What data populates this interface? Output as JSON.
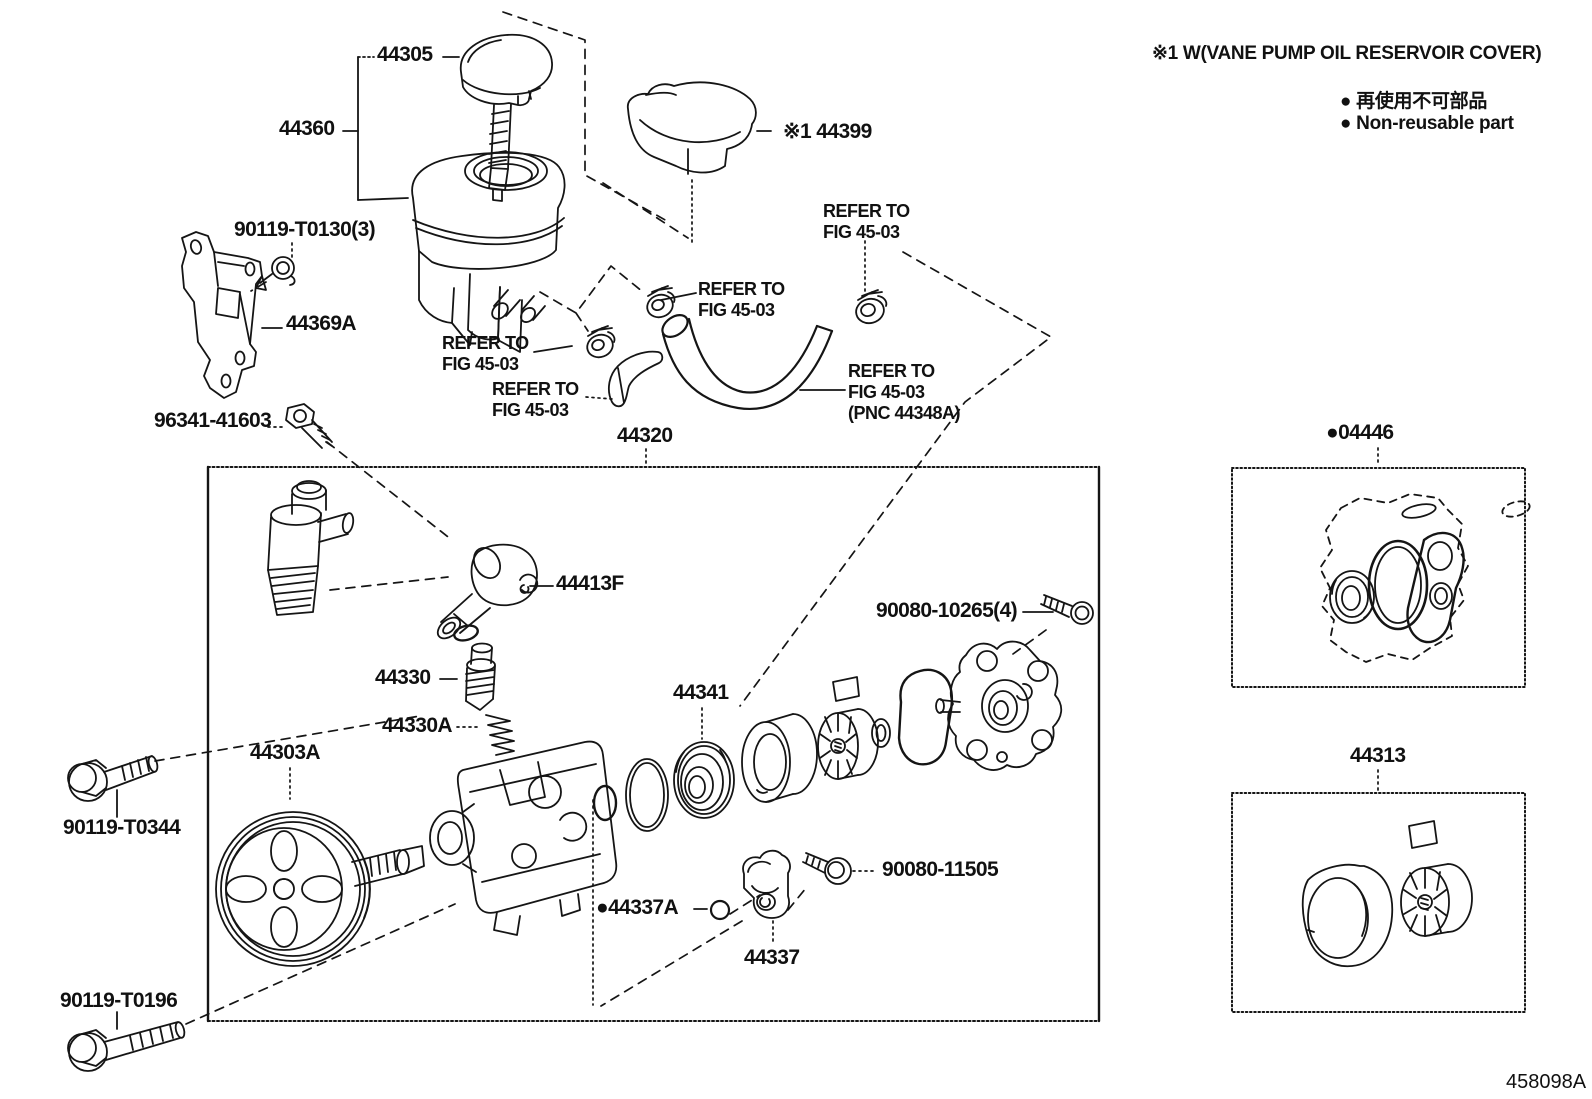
{
  "figure": {
    "code": "458098A"
  },
  "notes": {
    "reservoir_cover": "※1 W(VANE PUMP OIL RESERVOIR COVER)",
    "non_reusable_jp": "● 再使用不可部品",
    "non_reusable_en": "● Non-reusable part"
  },
  "parts": {
    "cap": "44305",
    "reservoir_assy": "44360",
    "reservoir_bolt": "90119-T0130(3)",
    "bracket": "44369A",
    "union_bolt": "96341-41603",
    "reservoir_cover": "※1 44399",
    "pump_assy": "44320",
    "suction_fitting": "44413F",
    "control_valve": "44330",
    "valve_spring": "44330A",
    "pulley": "44303A",
    "seal": "44341",
    "front_bolt": "90119-T0344",
    "housing_bolt": "90080-10265(4)",
    "oring": "●44337A",
    "union": "44337",
    "union_rear_bolt": "90080-11505",
    "rear_bolt": "90119-T0196",
    "gasket_kit": "●04446",
    "cam_rotor_kit": "44313"
  },
  "refer": {
    "fig_top": "REFER TO\nFIG 45-03",
    "fig_mid": "REFER TO\nFIG 45-03",
    "fig_left": "REFER TO\nFIG 45-03",
    "fig_left2": "REFER TO\nFIG 45-03",
    "fig_hose": "REFER TO\nFIG 45-03\n(PNC 44348A)"
  }
}
